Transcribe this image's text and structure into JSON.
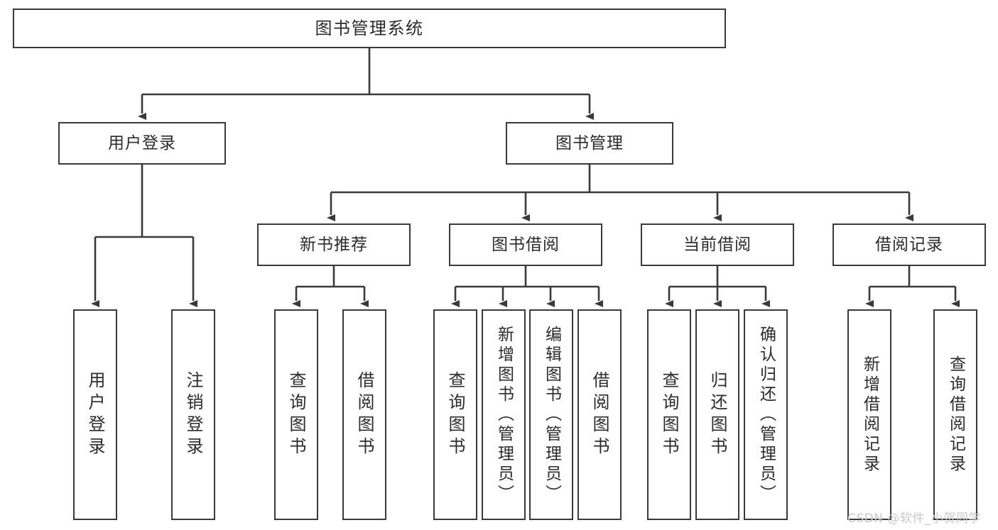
{
  "diagram": {
    "type": "tree-hierarchy-chart",
    "title": "图书管理系统",
    "watermark": "CSDN @软件_小贺同学",
    "colors": {
      "background": "#ffffff",
      "box_border": "#3a3a3a",
      "box_fill": "#ffffff",
      "edge": "#3a3a3a",
      "text": "#2b2b2b",
      "watermark": "#c9c9c9"
    },
    "root": {
      "label": "图书管理系统"
    },
    "level2": [
      {
        "label": "用户登录"
      },
      {
        "label": "图书管理"
      }
    ],
    "level3": [
      {
        "label": "新书推荐"
      },
      {
        "label": "图书借阅"
      },
      {
        "label": "当前借阅"
      },
      {
        "label": "借阅记录"
      }
    ],
    "leaves": {
      "user_login": [
        {
          "label": "用户登录"
        },
        {
          "label": "注销登录"
        }
      ],
      "new_book_recommend": [
        {
          "label": "查询图书"
        },
        {
          "label": "借阅图书"
        }
      ],
      "book_borrow": [
        {
          "label": "查询图书"
        },
        {
          "label": "新增图书（管理员）"
        },
        {
          "label": "编辑图书（管理员）"
        },
        {
          "label": "借阅图书"
        }
      ],
      "current_borrow": [
        {
          "label": "查询图书"
        },
        {
          "label": "归还图书"
        },
        {
          "label": "确认归还（管理员）"
        }
      ],
      "borrow_record": [
        {
          "label": "新增借阅记录"
        },
        {
          "label": "查询借阅记录"
        }
      ]
    }
  }
}
